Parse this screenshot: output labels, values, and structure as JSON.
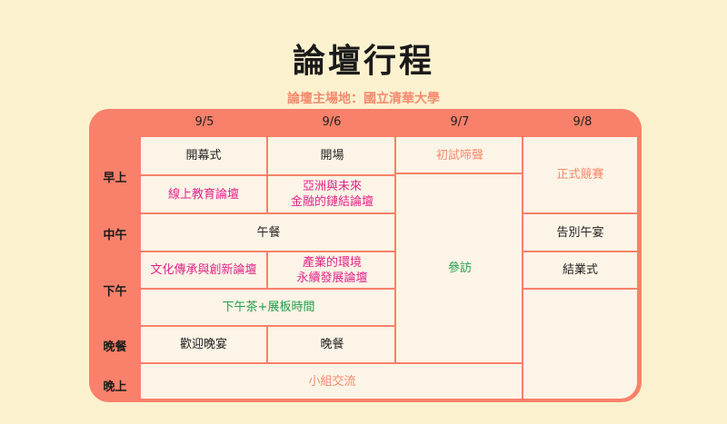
{
  "title": "論壇行程",
  "subtitle": "論壇主場地：國立清華大學",
  "days": [
    "9/5",
    "9/6",
    "9/7",
    "9/8"
  ],
  "periods": [
    "早上",
    "中午",
    "下午",
    "晚餐",
    "晚上"
  ],
  "events": {
    "d5_morning_1": "開幕式",
    "d5_morning_2": "線上教育論壇",
    "d6_morning_1": "開場",
    "d6_morning_2": "亞洲與未來\n金融的鏈結論壇",
    "d7_morning": "初試啼聲",
    "d8_morning": "正式競賽",
    "d56_noon": "午餐",
    "d8_noon": "告別午宴",
    "d5_afternoon": "文化傳承與創新論壇",
    "d6_afternoon": "產業的環境\n永續發展論壇",
    "d7_afternoon": "參訪",
    "d8_afternoon": "結業式",
    "d56_tea": "下午茶+展板時間",
    "d5_dinner": "歡迎晚宴",
    "d6_dinner": "晚餐",
    "d567_night": "小組交流"
  },
  "colors": {
    "background": "#fcf1cf",
    "frame": "#f9806a",
    "cell": "#fcf4e6",
    "pink": "#e0248a",
    "green": "#1f9e4a",
    "salmon": "#f58a6e"
  }
}
